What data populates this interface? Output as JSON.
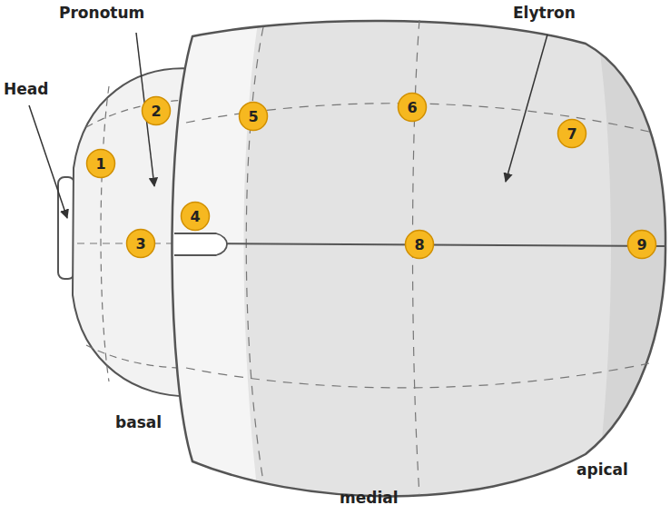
{
  "diagram": {
    "nodes": [
      {
        "text": [
          "1"
        ]
      },
      {
        "text": [
          "2"
        ]
      },
      {
        "text": [
          "3"
        ]
      },
      {
        "text": [
          "4"
        ]
      },
      {
        "text": [
          "5"
        ]
      },
      {
        "text": [
          "6"
        ]
      },
      {
        "text": [
          "7"
        ]
      },
      {
        "text": [
          "8"
        ]
      },
      {
        "text": [
          "9"
        ]
      }
    ],
    "labels": [
      "Pronotum",
      "Elytron",
      "Head",
      "basal",
      "apical",
      "medial"
    ]
  }
}
